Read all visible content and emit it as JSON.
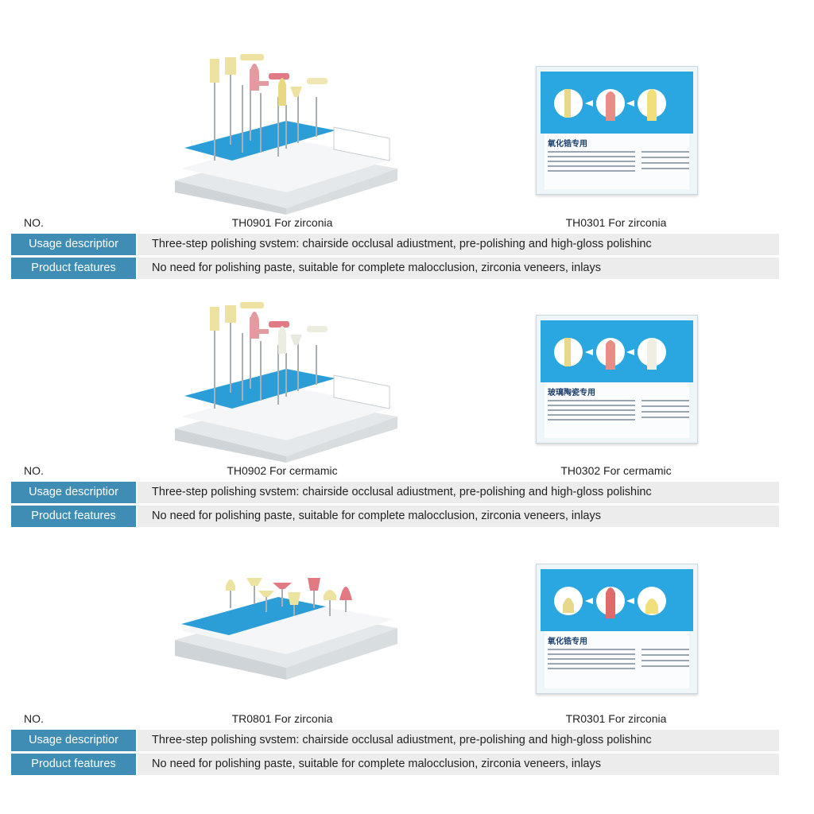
{
  "colors": {
    "label_bg": "#3f8db5",
    "value_bg": "#ececec",
    "box_blue": "#2aa6e0",
    "tray_stripe": "#2b9ed8"
  },
  "products": [
    {
      "no_label": "NO.",
      "name_left": "TH0901  For zirconia",
      "name_right": "TH0301  For zirconia",
      "box_title": "氧化锆专用",
      "usage_label": "Usage descriptior",
      "usage_text": "Three-step polishing svstem: chairside occlusal adiustment, pre-polishing and high-gloss polishinc",
      "features_label": "Product features",
      "features_text": "No need for polishing paste, suitable for complete malocclusion, zirconia veneers, inlays"
    },
    {
      "no_label": "NO.",
      "name_left": "TH0902  For cermamic",
      "name_right": "TH0302  For cermamic",
      "box_title": "玻璃陶瓷专用",
      "usage_label": "Usage descriptior",
      "usage_text": "Three-step polishing svstem: chairside occlusal adiustment, pre-polishing and high-gloss polishinc",
      "features_label": "Product features",
      "features_text": "No need for polishing paste, suitable for complete malocclusion, zirconia veneers, inlays"
    },
    {
      "no_label": "NO.",
      "name_left": "TR0801 For zirconia",
      "name_right": "TR0301  For zirconia",
      "box_title": "氧化锆专用",
      "usage_label": "Usage descriptior",
      "usage_text": "Three-step polishing svstem: chairside occlusal adiustment, pre-polishing and high-gloss polishinc",
      "features_label": "Product features",
      "features_text": "No need for polishing paste, suitable for complete malocclusion, zirconia veneers, inlays"
    }
  ]
}
